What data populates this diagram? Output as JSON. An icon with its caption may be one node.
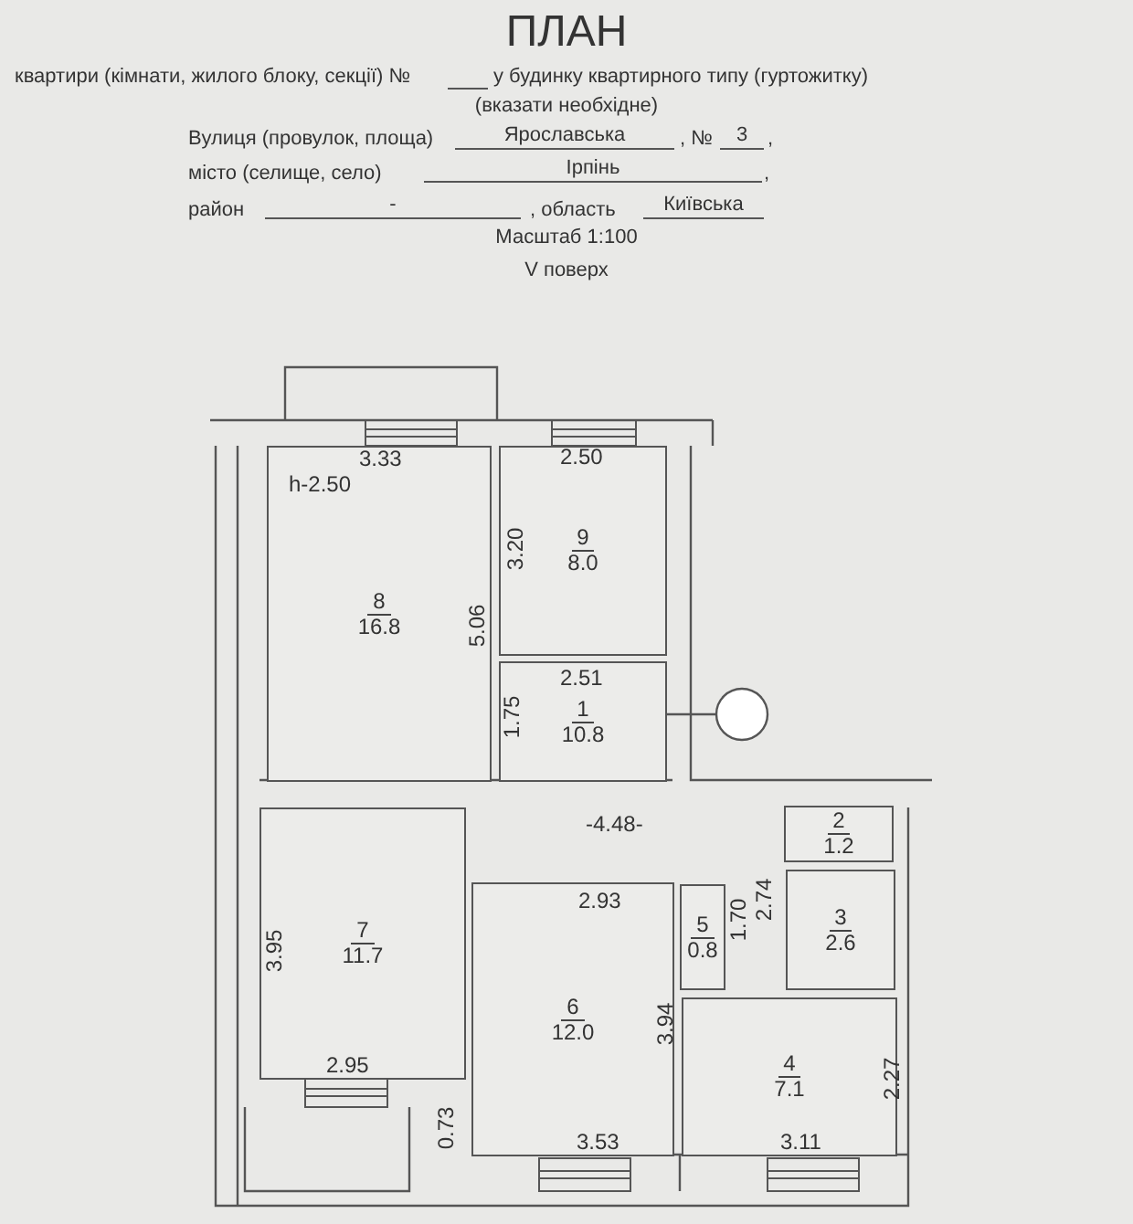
{
  "diagram": {
    "title": "ПЛАН",
    "nodes": [
      {
        "text": [
          "8",
          "16.8"
        ]
      },
      {
        "text": [
          "9",
          "8.0"
        ]
      },
      {
        "text": [
          "1",
          "10.8"
        ]
      },
      {
        "text": [
          "2",
          "1.2"
        ]
      },
      {
        "text": [
          "7",
          "11.7"
        ]
      },
      {
        "text": [
          "3",
          "2.6"
        ]
      },
      {
        "text": [
          "5",
          "0.8"
        ]
      },
      {
        "text": [
          "6",
          "12.0"
        ]
      },
      {
        "text": [
          "4",
          "7.1"
        ]
      }
    ],
    "labels": [
      "квартири (кімнати, жилого блоку, секції) №",
      "у будинку квартирного типу (гуртожитку)",
      "(вказати необхідне)",
      "Вулиця (провулок, площа)",
      "Ярославська",
      ", №",
      "3",
      ",",
      "місто (селище, село)",
      "Ірпінь",
      ",",
      "район",
      "-",
      ", область",
      "Київська",
      "Масштаб 1:100",
      "V поверх",
      "3.33",
      "h-2.50",
      "2.50",
      "3.20",
      "5.06",
      "2.51",
      "1.75",
      "-4.48-",
      "2.74",
      "2.93",
      "1.70",
      "3.95",
      "3.94",
      "2.95",
      "0.73",
      "3.53",
      "3.11",
      "2.27"
    ]
  }
}
